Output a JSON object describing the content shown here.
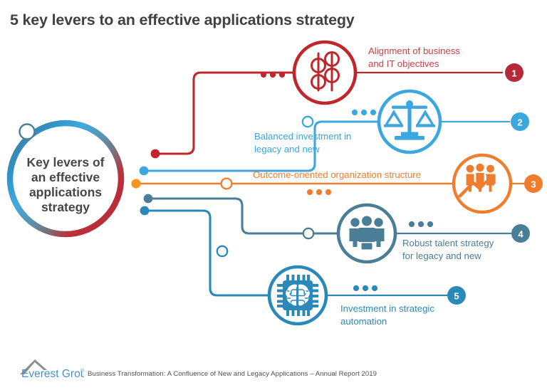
{
  "page": {
    "title": "5 key levers to an effective applications strategy",
    "background": "#ffffff",
    "title_color": "#414141"
  },
  "hub": {
    "name": "key-levers-hub",
    "text_lines": [
      "Key levers of",
      "an effective",
      "applications",
      "strategy"
    ],
    "text": "Key levers of an effective applications strategy",
    "ring_colors": [
      "#4a7e96",
      "#2b89ba",
      "#3ba7de",
      "#6b6f7a",
      "#c9303a",
      "#b5293a"
    ],
    "marker_color": "#4a7e96"
  },
  "levers": [
    {
      "number": "1",
      "label": "Alignment of business and IT objectives",
      "label_lines": [
        "Alignment of business",
        "and IT objectives"
      ],
      "color": "#c0272d",
      "text_color": "#c9424c",
      "icon": "alignment-nodes-icon"
    },
    {
      "number": "2",
      "label": "Balanced investment in legacy and new",
      "label_lines": [
        "Balanced investment in",
        "legacy and new"
      ],
      "color": "#3ba7de",
      "text_color": "#3ba7de",
      "icon": "balance-scales-icon"
    },
    {
      "number": "3",
      "label": "Outcome-oriented organization structure",
      "label_lines": [
        "Outcome-oriented organization structure"
      ],
      "color": "#f07d2e",
      "text_color": "#f07d2e",
      "icon": "people-growth-arrow-icon"
    },
    {
      "number": "4",
      "label": "Robust talent strategy for legacy and new",
      "label_lines": [
        "Robust talent strategy",
        "for legacy and new"
      ],
      "color": "#4a7e96",
      "text_color": "#4a7e96",
      "icon": "team-group-icon"
    },
    {
      "number": "5",
      "label": "Investment in strategic automation",
      "label_lines": [
        "Investment in strategic",
        "automation"
      ],
      "color": "#2b89ba",
      "text_color": "#2b89ba",
      "icon": "ai-chip-brain-icon"
    }
  ],
  "footer": {
    "logo_text": "Everest Group",
    "logo_registered": "®",
    "logo_color": "#4a90c4",
    "caption": "Business Transformation: A Confluence of New and Legacy Applications – Annual Report 2019"
  }
}
